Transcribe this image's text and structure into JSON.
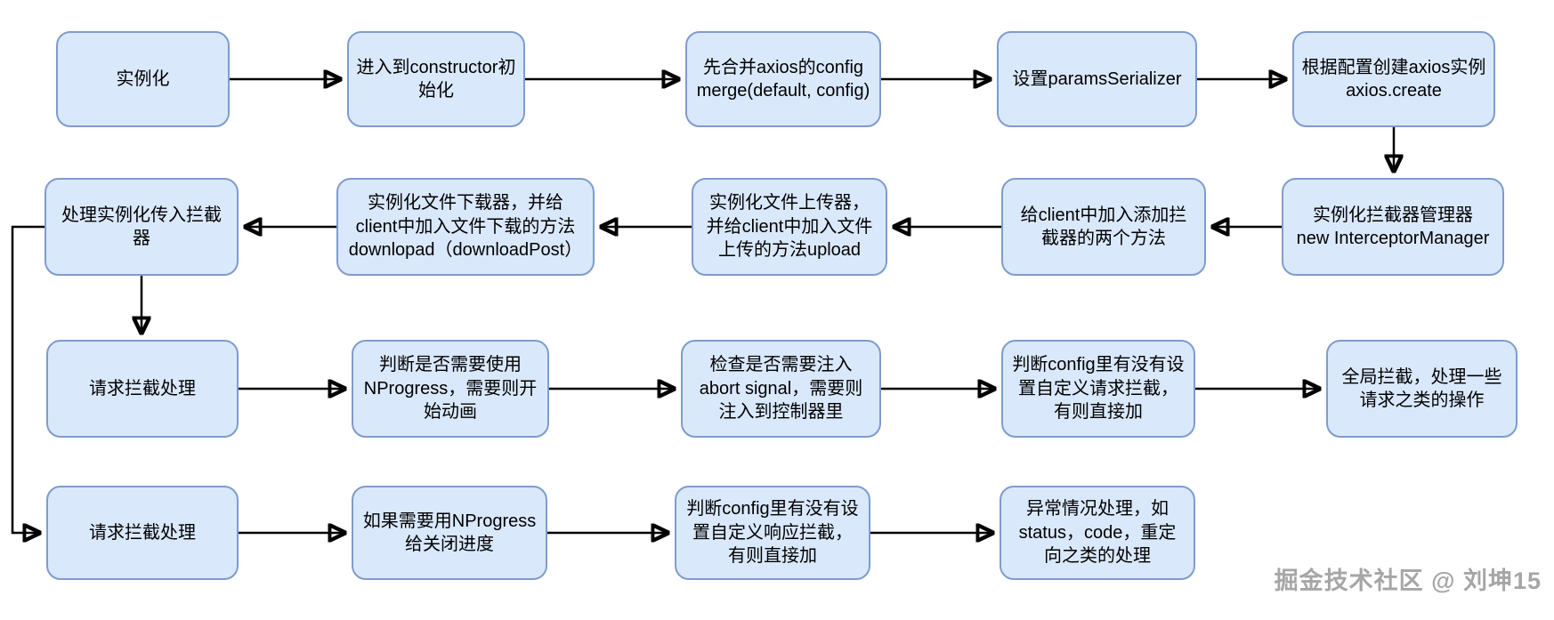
{
  "theme": {
    "background": "#ffffff",
    "node_fill": "#dae8fc",
    "node_border": "#7e9ccd",
    "text_color": "#000000",
    "arrow_color": "#000000",
    "watermark_color": "#a6a6a6"
  },
  "nodes": {
    "instantiate": {
      "label": "实例化"
    },
    "enter_constructor": {
      "label": "进入到constructor初\n始化"
    },
    "merge_config": {
      "label": "先合并axios的config\nmerge(default, config)"
    },
    "set_params_serializer": {
      "label": "设置paramsSerializer"
    },
    "create_axios_instance": {
      "label": "根据配置创建axios实例\naxios.create"
    },
    "new_interceptor_manager": {
      "label": "实例化拦截器管理器\nnew InterceptorManager"
    },
    "add_interceptor_methods": {
      "label": "给client中加入添加拦\n截器的两个方法"
    },
    "file_uploader": {
      "label": "实例化文件上传器，\n并给client中加入文件\n上传的方法upload"
    },
    "file_downloader": {
      "label": "实例化文件下载器，并给\nclient中加入文件下载的方法\ndownlopad（downloadPost）"
    },
    "handle_instance_interceptors": {
      "label": "处理实例化传入拦截\n器"
    },
    "request_intercept": {
      "label": "请求拦截处理"
    },
    "nprogress_start": {
      "label": "判断是否需要使用\nNProgress，需要则开\n始动画"
    },
    "abort_signal": {
      "label": "检查是否需要注入\nabort signal，需要则\n注入到控制器里"
    },
    "custom_request_intercept": {
      "label": "判断config里有没有设\n置自定义请求拦截，\n有则直接加"
    },
    "global_intercept": {
      "label": "全局拦截，处理一些\n请求之类的操作"
    },
    "request_intercept_2": {
      "label": "请求拦截处理"
    },
    "nprogress_close": {
      "label": "如果需要用NProgress\n给关闭进度"
    },
    "custom_response_intercept": {
      "label": "判断config里有没有设\n置自定义响应拦截，\n有则直接加"
    },
    "exception_handling": {
      "label": "异常情况处理，如\nstatus，code，重定\n向之类的处理"
    }
  },
  "edges": [
    {
      "from": "instantiate",
      "to": "enter_constructor"
    },
    {
      "from": "enter_constructor",
      "to": "merge_config"
    },
    {
      "from": "merge_config",
      "to": "set_params_serializer"
    },
    {
      "from": "set_params_serializer",
      "to": "create_axios_instance"
    },
    {
      "from": "create_axios_instance",
      "to": "new_interceptor_manager"
    },
    {
      "from": "new_interceptor_manager",
      "to": "add_interceptor_methods"
    },
    {
      "from": "add_interceptor_methods",
      "to": "file_uploader"
    },
    {
      "from": "file_uploader",
      "to": "file_downloader"
    },
    {
      "from": "file_downloader",
      "to": "handle_instance_interceptors"
    },
    {
      "from": "handle_instance_interceptors",
      "to": "request_intercept"
    },
    {
      "from": "handle_instance_interceptors",
      "to": "request_intercept_2"
    },
    {
      "from": "request_intercept",
      "to": "nprogress_start"
    },
    {
      "from": "nprogress_start",
      "to": "abort_signal"
    },
    {
      "from": "abort_signal",
      "to": "custom_request_intercept"
    },
    {
      "from": "custom_request_intercept",
      "to": "global_intercept"
    },
    {
      "from": "request_intercept_2",
      "to": "nprogress_close"
    },
    {
      "from": "nprogress_close",
      "to": "custom_response_intercept"
    },
    {
      "from": "custom_response_intercept",
      "to": "exception_handling"
    }
  ],
  "watermark": "掘金技术社区 @ 刘坤15"
}
